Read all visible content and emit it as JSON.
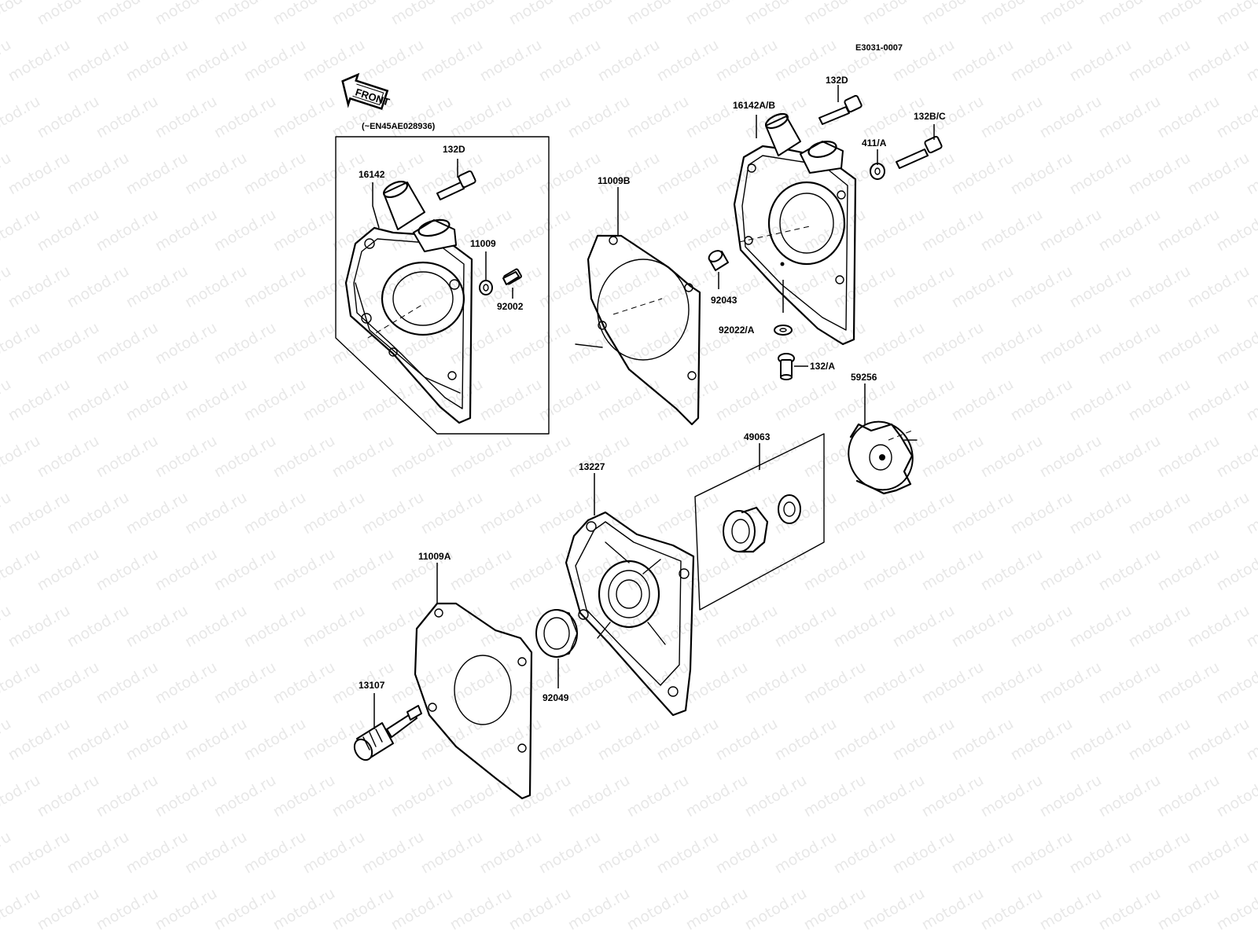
{
  "diagram": {
    "code": "E3031-0007",
    "front_label": "FRONT",
    "serial_note": "(~EN45AE028936)",
    "watermark_text": "motod.ru",
    "parts": [
      {
        "id": "p132d_left",
        "label": "132D"
      },
      {
        "id": "p16142",
        "label": "16142"
      },
      {
        "id": "p11009",
        "label": "11009"
      },
      {
        "id": "p92002",
        "label": "92002"
      },
      {
        "id": "p11009b",
        "label": "11009B"
      },
      {
        "id": "p92043",
        "label": "92043"
      },
      {
        "id": "p132d_right",
        "label": "132D"
      },
      {
        "id": "p16142ab",
        "label": "16142A/B"
      },
      {
        "id": "p132bc",
        "label": "132B/C"
      },
      {
        "id": "p411a",
        "label": "411/A"
      },
      {
        "id": "p92022a",
        "label": "92022/A"
      },
      {
        "id": "p132a",
        "label": "132/A"
      },
      {
        "id": "p59256",
        "label": "59256"
      },
      {
        "id": "p49063",
        "label": "49063"
      },
      {
        "id": "p13227",
        "label": "13227"
      },
      {
        "id": "p11009a",
        "label": "11009A"
      },
      {
        "id": "p92049",
        "label": "92049"
      },
      {
        "id": "p13107",
        "label": "13107"
      }
    ]
  }
}
